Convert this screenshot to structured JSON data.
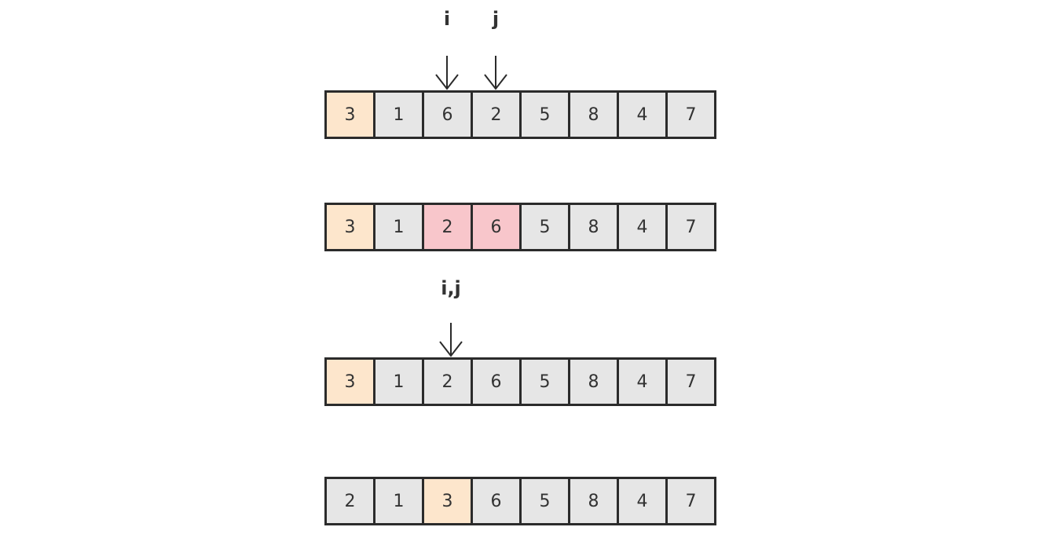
{
  "rows": [
    {
      "cells": [
        {
          "value": "3",
          "state": "pivot"
        },
        {
          "value": "1",
          "state": "normal"
        },
        {
          "value": "6",
          "state": "normal"
        },
        {
          "value": "2",
          "state": "normal"
        },
        {
          "value": "5",
          "state": "normal"
        },
        {
          "value": "8",
          "state": "normal"
        },
        {
          "value": "4",
          "state": "normal"
        },
        {
          "value": "7",
          "state": "normal"
        }
      ],
      "pointers": [
        {
          "label": "i",
          "index": 2
        },
        {
          "label": "j",
          "index": 3
        }
      ]
    },
    {
      "cells": [
        {
          "value": "3",
          "state": "pivot"
        },
        {
          "value": "1",
          "state": "normal"
        },
        {
          "value": "2",
          "state": "swap"
        },
        {
          "value": "6",
          "state": "swap"
        },
        {
          "value": "5",
          "state": "normal"
        },
        {
          "value": "8",
          "state": "normal"
        },
        {
          "value": "4",
          "state": "normal"
        },
        {
          "value": "7",
          "state": "normal"
        }
      ],
      "pointers": []
    },
    {
      "cells": [
        {
          "value": "3",
          "state": "pivot"
        },
        {
          "value": "1",
          "state": "normal"
        },
        {
          "value": "2",
          "state": "normal"
        },
        {
          "value": "6",
          "state": "normal"
        },
        {
          "value": "5",
          "state": "normal"
        },
        {
          "value": "8",
          "state": "normal"
        },
        {
          "value": "4",
          "state": "normal"
        },
        {
          "value": "7",
          "state": "normal"
        }
      ],
      "pointers": [
        {
          "label": "i,j",
          "index": 2
        }
      ]
    },
    {
      "cells": [
        {
          "value": "2",
          "state": "normal"
        },
        {
          "value": "1",
          "state": "normal"
        },
        {
          "value": "3",
          "state": "pivot"
        },
        {
          "value": "6",
          "state": "normal"
        },
        {
          "value": "5",
          "state": "normal"
        },
        {
          "value": "8",
          "state": "normal"
        },
        {
          "value": "4",
          "state": "normal"
        },
        {
          "value": "7",
          "state": "normal"
        }
      ],
      "pointers": []
    }
  ],
  "colors": {
    "pivot": "#fde6cc",
    "swap": "#f8c6cb",
    "normal": "#e6e6e6",
    "border": "#2b2b2b",
    "text": "#333333"
  }
}
